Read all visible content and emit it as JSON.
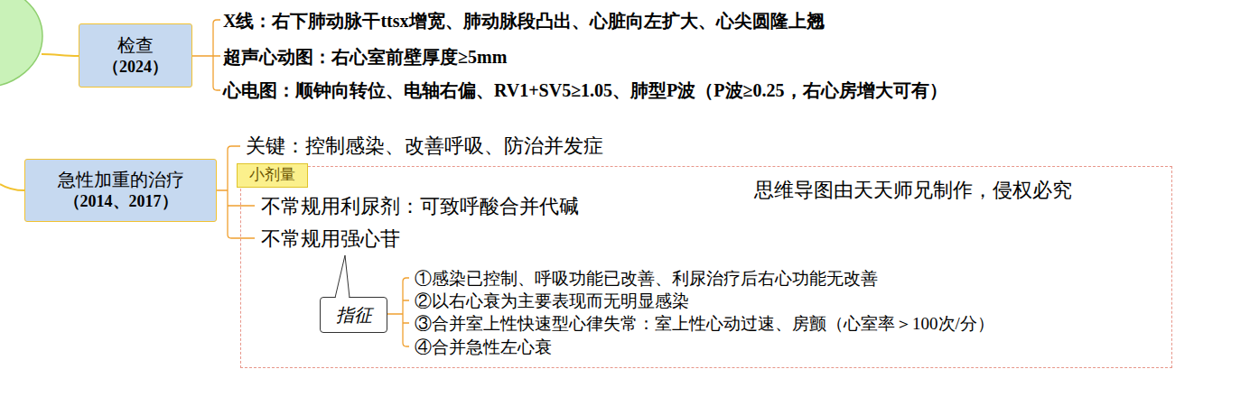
{
  "diagram": {
    "nodes": [
      {
        "text": [
          "检查",
          "（2024）"
        ]
      },
      {
        "text": [
          "急性加重的治疗",
          "（2014、2017）"
        ]
      },
      {
        "text": [
          "不常规用利尿剂：可致呼酸合并代碱",
          "不常规用强心苷",
          "①感染已控制、呼吸功能已改善、利尿治疗后右心功能无改善",
          "②以右心衰为主要表现而无明显感染",
          "③合并室上性快速型心律失常：室上性心动过速、房颤（心室率＞100次/分）",
          "④合并急性左心衰"
        ]
      },
      {
        "text": [
          "小剂量"
        ],
        "in": 2
      },
      {
        "text": [
          "指征"
        ],
        "in": 2
      }
    ],
    "labels": [
      "X线：右下肺动脉干ttsx增宽、肺动脉段凸出、心脏向左扩大、心尖圆隆上翘",
      "超声心动图：右心室前壁厚度≥5mm",
      "心电图：顺钟向转位、电轴右偏、RV1+SV5≥1.05、肺型P波（P波≥0.25，右心房增大可有）",
      "关键：控制感染、改善呼吸、防治并发症",
      "思维导图由天天师兄制作，侵权必究"
    ]
  }
}
